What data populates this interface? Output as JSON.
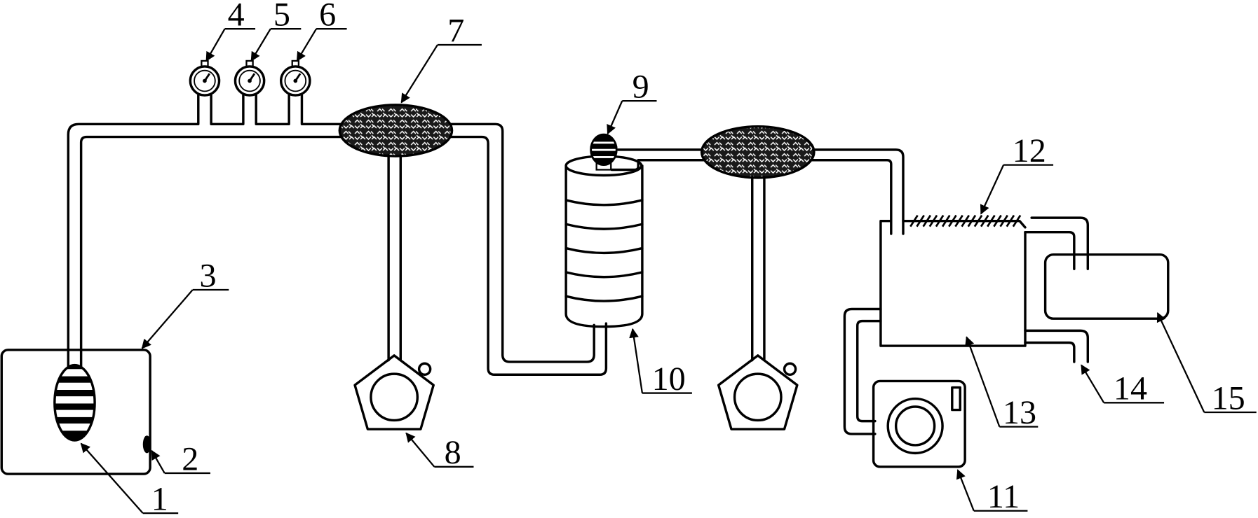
{
  "callouts": [
    "1",
    "2",
    "3",
    "4",
    "5",
    "6",
    "7",
    "8",
    "9",
    "10",
    "11",
    "12",
    "13",
    "14",
    "15"
  ],
  "colors": {
    "line": "#000000",
    "background": "#ffffff",
    "pattern_fill": "#1a1a1a"
  }
}
